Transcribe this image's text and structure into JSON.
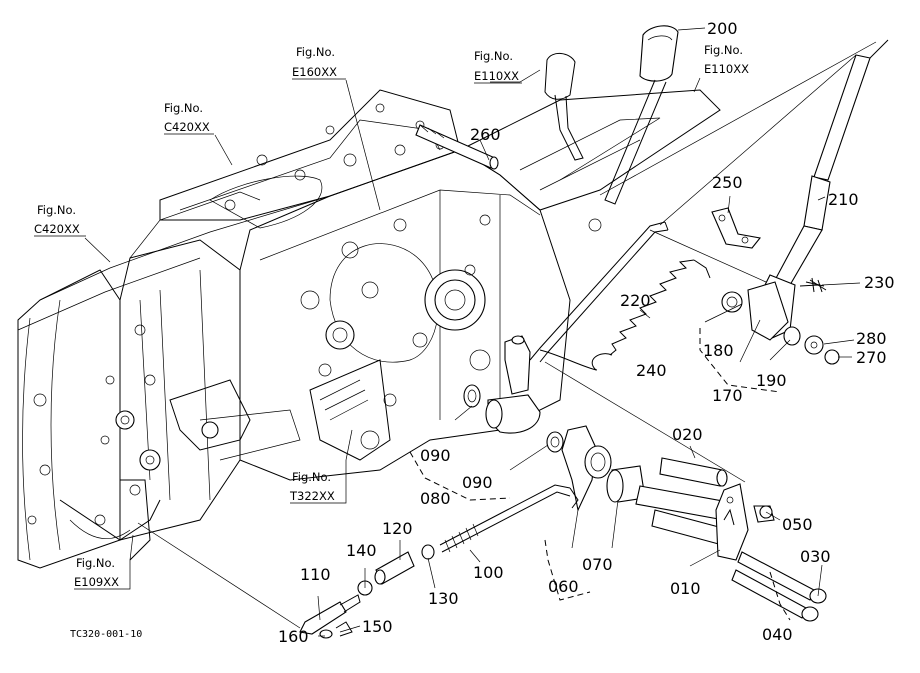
{
  "drawing_code": "TC320-001-10",
  "figure_refs": [
    {
      "prefix": "Fig.No.",
      "ref": "E160XX"
    },
    {
      "prefix": "Fig.No.",
      "ref": "E110XX"
    },
    {
      "prefix": "Fig.No.",
      "ref": "E110XX"
    },
    {
      "prefix": "Fig.No.",
      "ref": "C420XX"
    },
    {
      "prefix": "Fig.No.",
      "ref": "C420XX"
    },
    {
      "prefix": "Fig.No.",
      "ref": "T322XX"
    },
    {
      "prefix": "Fig.No.",
      "ref": "E109XX"
    }
  ],
  "part_labels": [
    "200",
    "260",
    "250",
    "210",
    "230",
    "220",
    "180",
    "280",
    "270",
    "190",
    "170",
    "240",
    "090",
    "090",
    "080",
    "020",
    "050",
    "030",
    "070",
    "060",
    "010",
    "040",
    "120",
    "140",
    "110",
    "130",
    "100",
    "150",
    "160"
  ]
}
